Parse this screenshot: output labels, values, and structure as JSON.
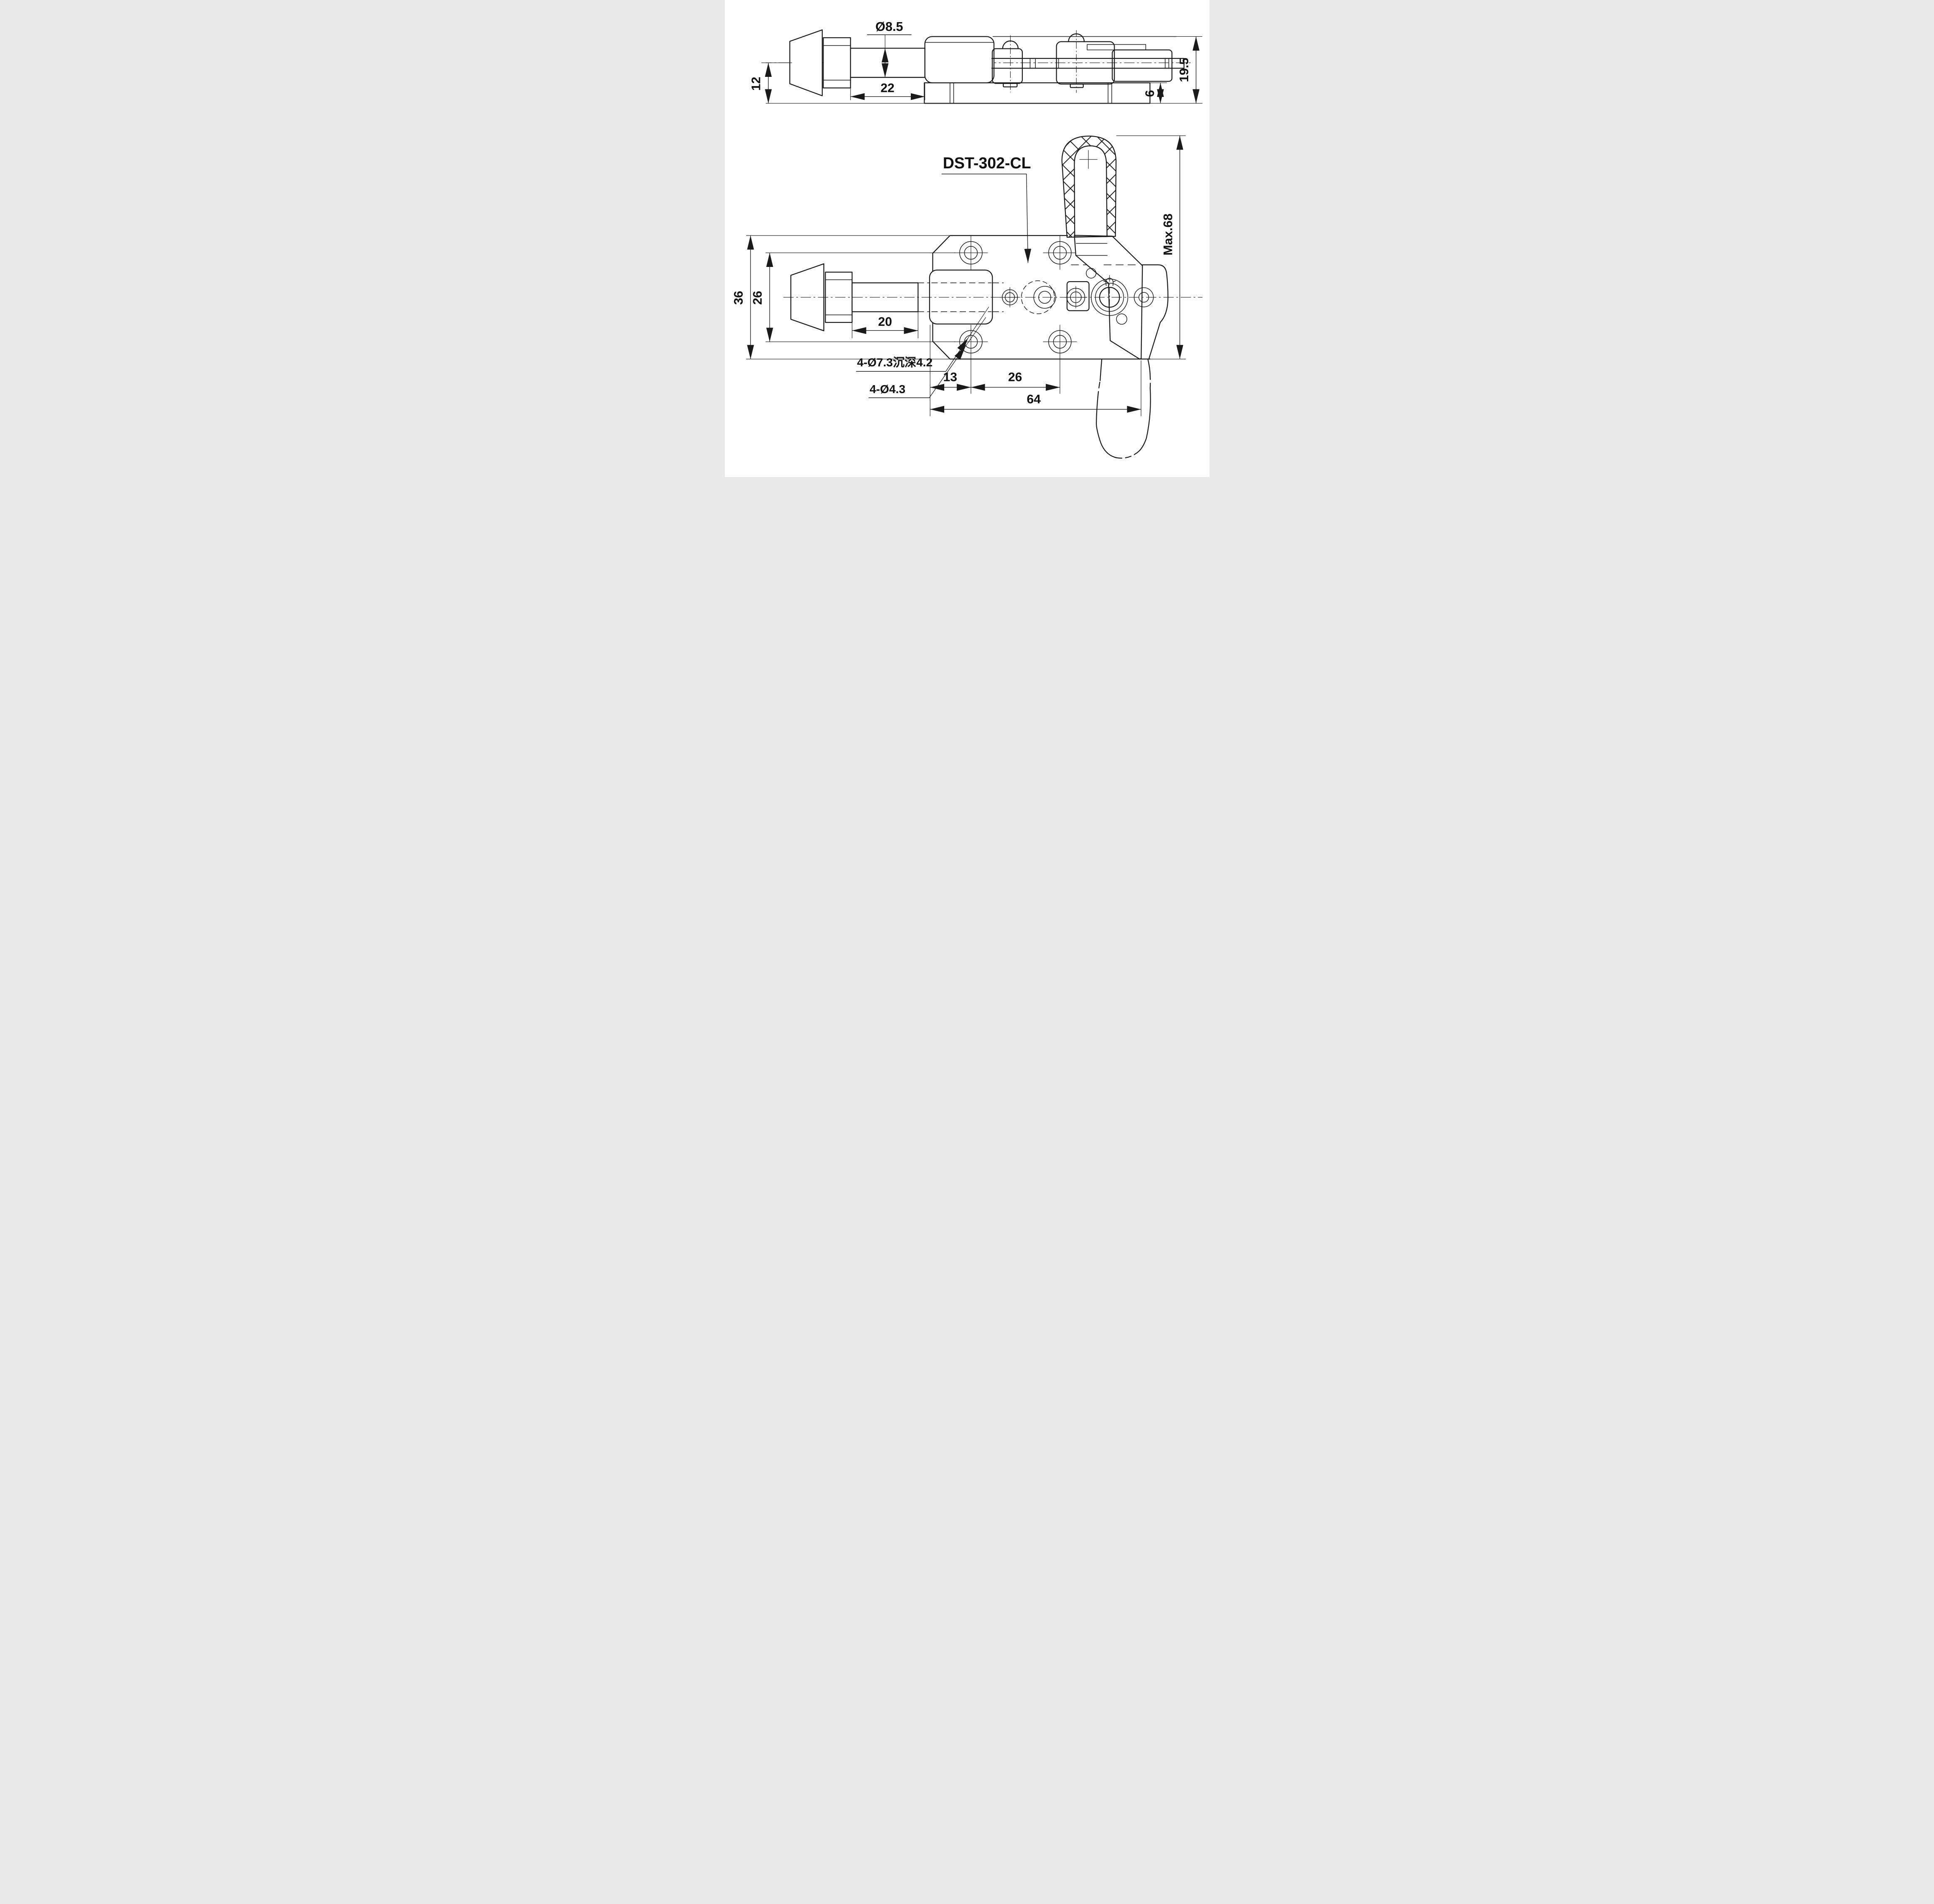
{
  "drawing": {
    "part_number": "DST-302-CL",
    "top_view": {
      "shaft_diameter": "Ø8.5",
      "center_to_base": "12",
      "shaft_length": "22",
      "overall_height": "19.5",
      "base_thickness": "6"
    },
    "plan_view": {
      "plate_width": "36",
      "hole_row_spacing": "26",
      "shaft_length": "20",
      "counterbore_note": "4-Ø7.3沉深4.2",
      "through_hole_note": "4-Ø4.3",
      "hole_offset_from_face": "13",
      "hole_column_spacing": "26",
      "overall_length": "64",
      "handle_max_height": "Max.68"
    }
  }
}
